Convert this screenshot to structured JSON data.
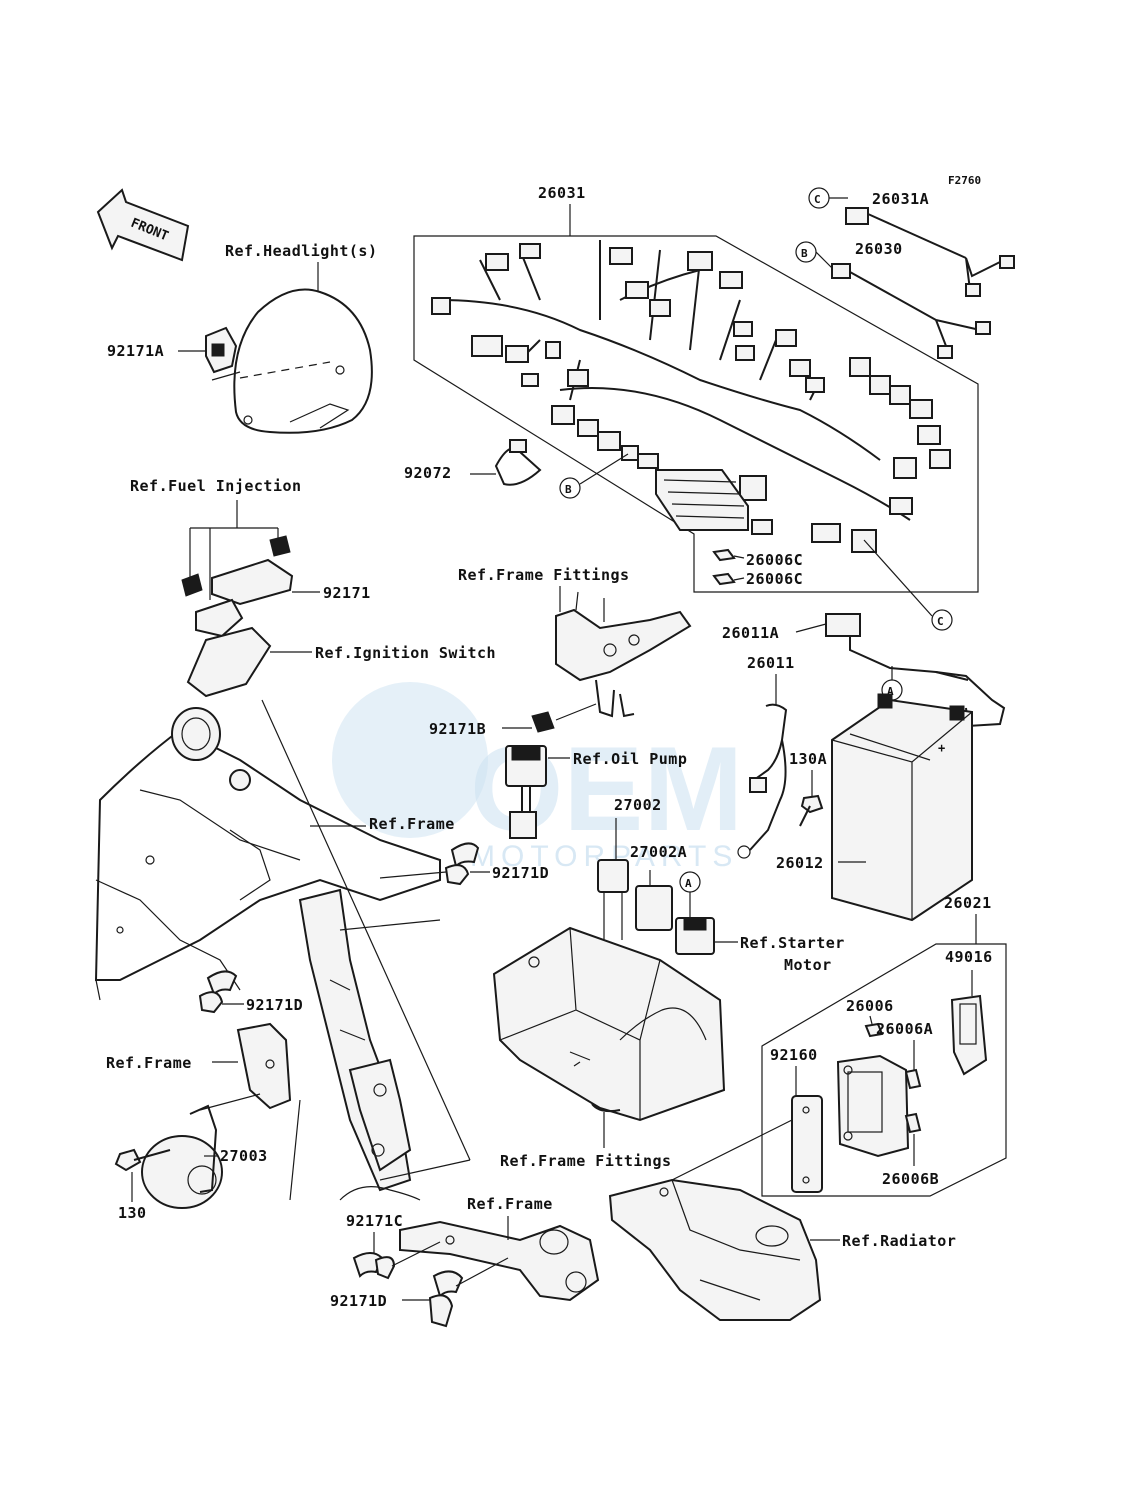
{
  "diagram": {
    "figure_code": "F2760",
    "front_label": "FRONT",
    "watermark": {
      "brand": "OEM",
      "sub": "MOTORPARTS"
    },
    "labels": {
      "ref_headlight": "Ref.Headlight(s)",
      "p92171A": "92171A",
      "ref_fuel_injection": "Ref.Fuel Injection",
      "p92171": "92171",
      "ref_ignition_switch": "Ref.Ignition Switch",
      "ref_frame_1": "Ref.Frame",
      "p92171D_1": "92171D",
      "p92171D_2": "92171D",
      "ref_frame_2": "Ref.Frame",
      "p27003": "27003",
      "p130": "130",
      "p26031": "26031",
      "p26031A": "26031A",
      "p26030": "26030",
      "p92072": "92072",
      "p26006C_1": "26006C",
      "p26006C_2": "26006C",
      "ref_frame_fittings_1": "Ref.Frame Fittings",
      "p92171B": "92171B",
      "ref_oil_pump": "Ref.Oil Pump",
      "p27002": "27002",
      "p27002A": "27002A",
      "ref_starter_motor_1": "Ref.Starter",
      "ref_starter_motor_2": "Motor",
      "p26011A": "26011A",
      "p26011": "26011",
      "p130A": "130A",
      "p26012": "26012",
      "p26021": "26021",
      "p49016": "49016",
      "p26006": "26006",
      "p26006A": "26006A",
      "p92160": "92160",
      "p26006B": "26006B",
      "ref_frame_fittings_2": "Ref.Frame Fittings",
      "p92171C": "92171C",
      "ref_frame_3": "Ref.Frame",
      "p92171D_3": "92171D",
      "ref_radiator": "Ref.Radiator"
    },
    "connectors": {
      "A": "A",
      "B": "B",
      "C": "C"
    }
  }
}
